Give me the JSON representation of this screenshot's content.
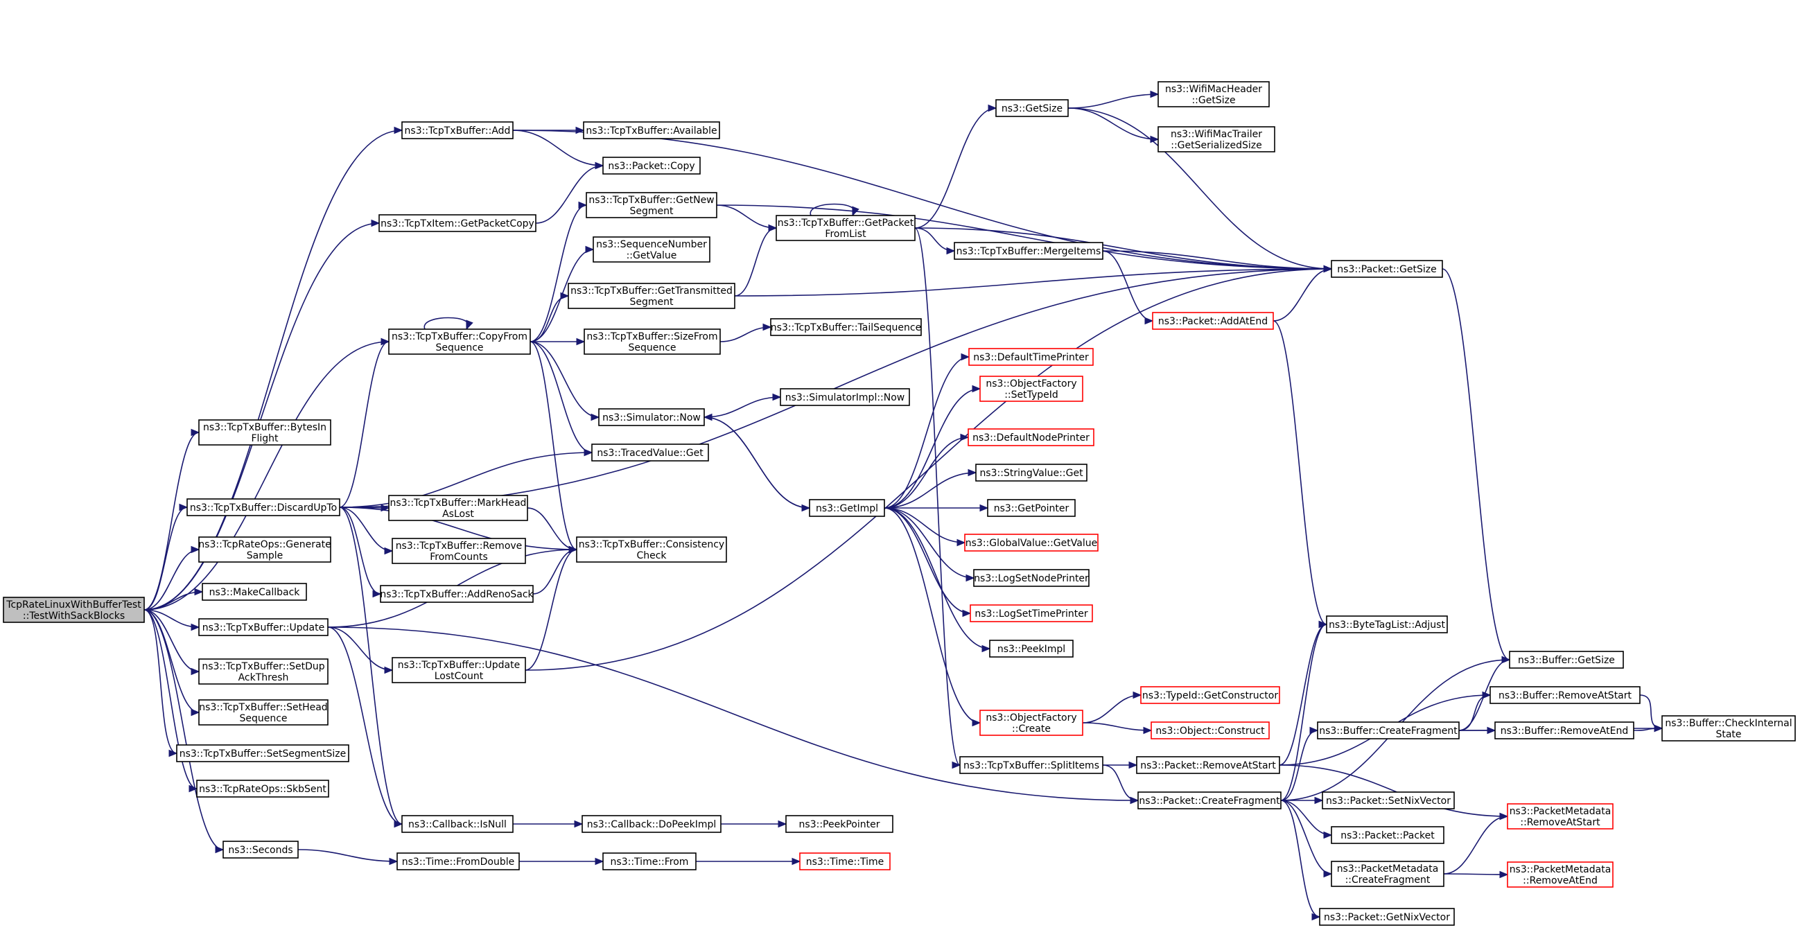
{
  "nodes": [
    {
      "id": "root",
      "lines": [
        "TcpRateLinuxWithBufferTest",
        "::TestWithSackBlocks"
      ],
      "style": "root"
    },
    {
      "id": "add",
      "lines": [
        "ns3::TcpTxBuffer::Add"
      ],
      "style": "normal"
    },
    {
      "id": "available",
      "lines": [
        "ns3::TcpTxBuffer::Available"
      ],
      "style": "normal"
    },
    {
      "id": "packet_copy",
      "lines": [
        "ns3::Packet::Copy"
      ],
      "style": "normal"
    },
    {
      "id": "getpacketcopy",
      "lines": [
        "ns3::TcpTxItem::GetPacketCopy"
      ],
      "style": "normal"
    },
    {
      "id": "getnewseg",
      "lines": [
        "ns3::TcpTxBuffer::GetNew",
        "Segment"
      ],
      "style": "normal"
    },
    {
      "id": "seq_getvalue",
      "lines": [
        "ns3::SequenceNumber",
        "::GetValue"
      ],
      "style": "normal"
    },
    {
      "id": "gettransseg",
      "lines": [
        "ns3::TcpTxBuffer::GetTransmitted",
        "Segment"
      ],
      "style": "normal"
    },
    {
      "id": "copyfromseq",
      "lines": [
        "ns3::TcpTxBuffer::CopyFrom",
        "Sequence"
      ],
      "style": "normal"
    },
    {
      "id": "sizefromseq",
      "lines": [
        "ns3::TcpTxBuffer::SizeFrom",
        "Sequence"
      ],
      "style": "normal"
    },
    {
      "id": "tailseq",
      "lines": [
        "ns3::TcpTxBuffer::TailSequence"
      ],
      "style": "normal"
    },
    {
      "id": "bytesinflight",
      "lines": [
        "ns3::TcpTxBuffer::BytesIn",
        "Flight"
      ],
      "style": "normal"
    },
    {
      "id": "sim_now",
      "lines": [
        "ns3::Simulator::Now"
      ],
      "style": "normal"
    },
    {
      "id": "simimpl_now",
      "lines": [
        "ns3::SimulatorImpl::Now"
      ],
      "style": "normal"
    },
    {
      "id": "tracedvalue_get",
      "lines": [
        "ns3::TracedValue::Get"
      ],
      "style": "normal"
    },
    {
      "id": "discardupto",
      "lines": [
        "ns3::TcpTxBuffer::DiscardUpTo"
      ],
      "style": "normal"
    },
    {
      "id": "markhead",
      "lines": [
        "ns3::TcpTxBuffer::MarkHead",
        "AsLost"
      ],
      "style": "normal"
    },
    {
      "id": "removefromcounts",
      "lines": [
        "ns3::TcpTxBuffer::Remove",
        "FromCounts"
      ],
      "style": "normal"
    },
    {
      "id": "consistency",
      "lines": [
        "ns3::TcpTxBuffer::Consistency",
        "Check"
      ],
      "style": "normal"
    },
    {
      "id": "addrenosack",
      "lines": [
        "ns3::TcpTxBuffer::AddRenoSack"
      ],
      "style": "normal"
    },
    {
      "id": "gensample",
      "lines": [
        "ns3::TcpRateOps::Generate",
        "Sample"
      ],
      "style": "normal"
    },
    {
      "id": "makecallback",
      "lines": [
        "ns3::MakeCallback"
      ],
      "style": "normal"
    },
    {
      "id": "update",
      "lines": [
        "ns3::TcpTxBuffer::Update"
      ],
      "style": "normal"
    },
    {
      "id": "updatelost",
      "lines": [
        "ns3::TcpTxBuffer::Update",
        "LostCount"
      ],
      "style": "normal"
    },
    {
      "id": "setdupack",
      "lines": [
        "ns3::TcpTxBuffer::SetDup",
        "AckThresh"
      ],
      "style": "normal"
    },
    {
      "id": "sethead",
      "lines": [
        "ns3::TcpTxBuffer::SetHead",
        "Sequence"
      ],
      "style": "normal"
    },
    {
      "id": "setsegsize",
      "lines": [
        "ns3::TcpTxBuffer::SetSegmentSize"
      ],
      "style": "normal"
    },
    {
      "id": "skbsent",
      "lines": [
        "ns3::TcpRateOps::SkbSent"
      ],
      "style": "normal"
    },
    {
      "id": "isnull",
      "lines": [
        "ns3::Callback::IsNull"
      ],
      "style": "normal"
    },
    {
      "id": "dopeekimpl",
      "lines": [
        "ns3::Callback::DoPeekImpl"
      ],
      "style": "normal"
    },
    {
      "id": "peekpointer",
      "lines": [
        "ns3::PeekPointer"
      ],
      "style": "normal"
    },
    {
      "id": "seconds",
      "lines": [
        "ns3::Seconds"
      ],
      "style": "normal"
    },
    {
      "id": "fromdouble",
      "lines": [
        "ns3::Time::FromDouble"
      ],
      "style": "normal"
    },
    {
      "id": "time_from",
      "lines": [
        "ns3::Time::From"
      ],
      "style": "normal"
    },
    {
      "id": "time_time",
      "lines": [
        "ns3::Time::Time"
      ],
      "style": "red"
    },
    {
      "id": "getsize",
      "lines": [
        "ns3::GetSize"
      ],
      "style": "normal"
    },
    {
      "id": "wifimacheader",
      "lines": [
        "ns3::WifiMacHeader",
        "::GetSize"
      ],
      "style": "normal"
    },
    {
      "id": "wifimactrailer",
      "lines": [
        "ns3::WifiMacTrailer",
        "::GetSerializedSize"
      ],
      "style": "normal"
    },
    {
      "id": "getpacketfromlist",
      "lines": [
        "ns3::TcpTxBuffer::GetPacket",
        "FromList"
      ],
      "style": "normal"
    },
    {
      "id": "mergeitems",
      "lines": [
        "ns3::TcpTxBuffer::MergeItems"
      ],
      "style": "normal"
    },
    {
      "id": "packet_getsize",
      "lines": [
        "ns3::Packet::GetSize"
      ],
      "style": "normal"
    },
    {
      "id": "addatend",
      "lines": [
        "ns3::Packet::AddAtEnd"
      ],
      "style": "red"
    },
    {
      "id": "defaulttimeprinter",
      "lines": [
        "ns3::DefaultTimePrinter"
      ],
      "style": "red"
    },
    {
      "id": "settypeid",
      "lines": [
        "ns3::ObjectFactory",
        "::SetTypeId"
      ],
      "style": "red"
    },
    {
      "id": "defaultnodeprinter",
      "lines": [
        "ns3::DefaultNodePrinter"
      ],
      "style": "red"
    },
    {
      "id": "stringvalue_get",
      "lines": [
        "ns3::StringValue::Get"
      ],
      "style": "normal"
    },
    {
      "id": "getimpl",
      "lines": [
        "ns3::GetImpl"
      ],
      "style": "normal"
    },
    {
      "id": "getpointer",
      "lines": [
        "ns3::GetPointer"
      ],
      "style": "normal"
    },
    {
      "id": "globalvalue",
      "lines": [
        "ns3::GlobalValue::GetValue"
      ],
      "style": "red"
    },
    {
      "id": "logsetnode",
      "lines": [
        "ns3::LogSetNodePrinter"
      ],
      "style": "normal"
    },
    {
      "id": "logsettime",
      "lines": [
        "ns3::LogSetTimePrinter"
      ],
      "style": "red"
    },
    {
      "id": "peekimpl",
      "lines": [
        "ns3::PeekImpl"
      ],
      "style": "normal"
    },
    {
      "id": "of_create",
      "lines": [
        "ns3::ObjectFactory",
        "::Create"
      ],
      "style": "red"
    },
    {
      "id": "getconstructor",
      "lines": [
        "ns3::TypeId::GetConstructor"
      ],
      "style": "red"
    },
    {
      "id": "obj_construct",
      "lines": [
        "ns3::Object::Construct"
      ],
      "style": "red"
    },
    {
      "id": "splititems",
      "lines": [
        "ns3::TcpTxBuffer::SplitItems"
      ],
      "style": "normal"
    },
    {
      "id": "removeatstart",
      "lines": [
        "ns3::Packet::RemoveAtStart"
      ],
      "style": "normal"
    },
    {
      "id": "createfragment",
      "lines": [
        "ns3::Packet::CreateFragment"
      ],
      "style": "normal"
    },
    {
      "id": "bytetaglist",
      "lines": [
        "ns3::ByteTagList::Adjust"
      ],
      "style": "normal"
    },
    {
      "id": "buf_getsize",
      "lines": [
        "ns3::Buffer::GetSize"
      ],
      "style": "normal"
    },
    {
      "id": "buf_removeatstart",
      "lines": [
        "ns3::Buffer::RemoveAtStart"
      ],
      "style": "normal"
    },
    {
      "id": "buf_createfragment",
      "lines": [
        "ns3::Buffer::CreateFragment"
      ],
      "style": "normal"
    },
    {
      "id": "buf_removeatend",
      "lines": [
        "ns3::Buffer::RemoveAtEnd"
      ],
      "style": "normal"
    },
    {
      "id": "buf_checkinternal",
      "lines": [
        "ns3::Buffer::CheckInternal",
        "State"
      ],
      "style": "normal"
    },
    {
      "id": "setnixvector",
      "lines": [
        "ns3::Packet::SetNixVector"
      ],
      "style": "normal"
    },
    {
      "id": "packet_packet",
      "lines": [
        "ns3::Packet::Packet"
      ],
      "style": "normal"
    },
    {
      "id": "pm_removeatstart",
      "lines": [
        "ns3::PacketMetadata",
        "::RemoveAtStart"
      ],
      "style": "red"
    },
    {
      "id": "pm_createfragment",
      "lines": [
        "ns3::PacketMetadata",
        "::CreateFragment"
      ],
      "style": "normal"
    },
    {
      "id": "pm_removeatend",
      "lines": [
        "ns3::PacketMetadata",
        "::RemoveAtEnd"
      ],
      "style": "red"
    },
    {
      "id": "getnixvector",
      "lines": [
        "ns3::Packet::GetNixVector"
      ],
      "style": "normal"
    }
  ],
  "edges": [
    [
      "root",
      "add"
    ],
    [
      "root",
      "getpacketcopy"
    ],
    [
      "root",
      "copyfromseq"
    ],
    [
      "root",
      "bytesinflight"
    ],
    [
      "root",
      "discardupto"
    ],
    [
      "root",
      "gensample"
    ],
    [
      "root",
      "makecallback"
    ],
    [
      "root",
      "update"
    ],
    [
      "root",
      "setdupack"
    ],
    [
      "root",
      "sethead"
    ],
    [
      "root",
      "setsegsize"
    ],
    [
      "root",
      "skbsent"
    ],
    [
      "root",
      "seconds"
    ],
    [
      "add",
      "available"
    ],
    [
      "add",
      "packet_copy"
    ],
    [
      "add",
      "packet_getsize"
    ],
    [
      "getpacketcopy",
      "packet_copy"
    ],
    [
      "copyfromseq",
      "copyfromseq"
    ],
    [
      "copyfromseq",
      "getnewseg"
    ],
    [
      "copyfromseq",
      "seq_getvalue"
    ],
    [
      "copyfromseq",
      "gettransseg"
    ],
    [
      "copyfromseq",
      "sizefromseq"
    ],
    [
      "copyfromseq",
      "sim_now"
    ],
    [
      "copyfromseq",
      "tracedvalue_get"
    ],
    [
      "copyfromseq",
      "consistency"
    ],
    [
      "getnewseg",
      "getpacketfromlist"
    ],
    [
      "getnewseg",
      "packet_getsize"
    ],
    [
      "gettransseg",
      "getpacketfromlist"
    ],
    [
      "gettransseg",
      "packet_getsize"
    ],
    [
      "sizefromseq",
      "tailseq"
    ],
    [
      "sim_now",
      "simimpl_now"
    ],
    [
      "sim_now",
      "getimpl"
    ],
    [
      "discardupto",
      "copyfromseq"
    ],
    [
      "discardupto",
      "tracedvalue_get"
    ],
    [
      "discardupto",
      "markhead"
    ],
    [
      "discardupto",
      "removefromcounts"
    ],
    [
      "discardupto",
      "addrenosack"
    ],
    [
      "discardupto",
      "consistency"
    ],
    [
      "discardupto",
      "isnull"
    ],
    [
      "discardupto",
      "packet_getsize"
    ],
    [
      "markhead",
      "consistency"
    ],
    [
      "addrenosack",
      "consistency"
    ],
    [
      "update",
      "updatelost"
    ],
    [
      "update",
      "consistency"
    ],
    [
      "update",
      "isnull"
    ],
    [
      "update",
      "createfragment"
    ],
    [
      "updatelost",
      "consistency"
    ],
    [
      "updatelost",
      "packet_getsize"
    ],
    [
      "isnull",
      "dopeekimpl"
    ],
    [
      "dopeekimpl",
      "peekpointer"
    ],
    [
      "seconds",
      "fromdouble"
    ],
    [
      "fromdouble",
      "time_from"
    ],
    [
      "time_from",
      "time_time"
    ],
    [
      "getpacketfromlist",
      "getpacketfromlist"
    ],
    [
      "getpacketfromlist",
      "getsize"
    ],
    [
      "getpacketfromlist",
      "mergeitems"
    ],
    [
      "getpacketfromlist",
      "packet_getsize"
    ],
    [
      "getpacketfromlist",
      "splititems"
    ],
    [
      "getsize",
      "wifimacheader"
    ],
    [
      "getsize",
      "wifimactrailer"
    ],
    [
      "getsize",
      "packet_getsize"
    ],
    [
      "mergeitems",
      "packet_getsize"
    ],
    [
      "mergeitems",
      "addatend"
    ],
    [
      "addatend",
      "packet_getsize"
    ],
    [
      "addatend",
      "bytetaglist"
    ],
    [
      "packet_getsize",
      "buf_getsize"
    ],
    [
      "getimpl",
      "defaulttimeprinter"
    ],
    [
      "getimpl",
      "settypeid"
    ],
    [
      "getimpl",
      "defaultnodeprinter"
    ],
    [
      "getimpl",
      "stringvalue_get"
    ],
    [
      "getimpl",
      "getpointer"
    ],
    [
      "getimpl",
      "globalvalue"
    ],
    [
      "getimpl",
      "logsetnode"
    ],
    [
      "getimpl",
      "logsettime"
    ],
    [
      "getimpl",
      "peekimpl"
    ],
    [
      "getimpl",
      "of_create"
    ],
    [
      "getimpl",
      "sim_now"
    ],
    [
      "of_create",
      "getconstructor"
    ],
    [
      "of_create",
      "obj_construct"
    ],
    [
      "splititems",
      "removeatstart"
    ],
    [
      "splititems",
      "createfragment"
    ],
    [
      "removeatstart",
      "bytetaglist"
    ],
    [
      "removeatstart",
      "buf_removeatstart"
    ],
    [
      "removeatstart",
      "pm_removeatstart"
    ],
    [
      "createfragment",
      "bytetaglist"
    ],
    [
      "createfragment",
      "buf_getsize"
    ],
    [
      "createfragment",
      "buf_createfragment"
    ],
    [
      "createfragment",
      "setnixvector"
    ],
    [
      "createfragment",
      "packet_packet"
    ],
    [
      "createfragment",
      "pm_createfragment"
    ],
    [
      "createfragment",
      "getnixvector"
    ],
    [
      "buf_createfragment",
      "buf_getsize"
    ],
    [
      "buf_createfragment",
      "buf_removeatstart"
    ],
    [
      "buf_createfragment",
      "buf_removeatend"
    ],
    [
      "buf_createfragment",
      "buf_checkinternal"
    ],
    [
      "buf_removeatstart",
      "buf_checkinternal"
    ],
    [
      "buf_removeatend",
      "buf_checkinternal"
    ],
    [
      "pm_createfragment",
      "pm_removeatstart"
    ],
    [
      "pm_createfragment",
      "pm_removeatend"
    ]
  ]
}
